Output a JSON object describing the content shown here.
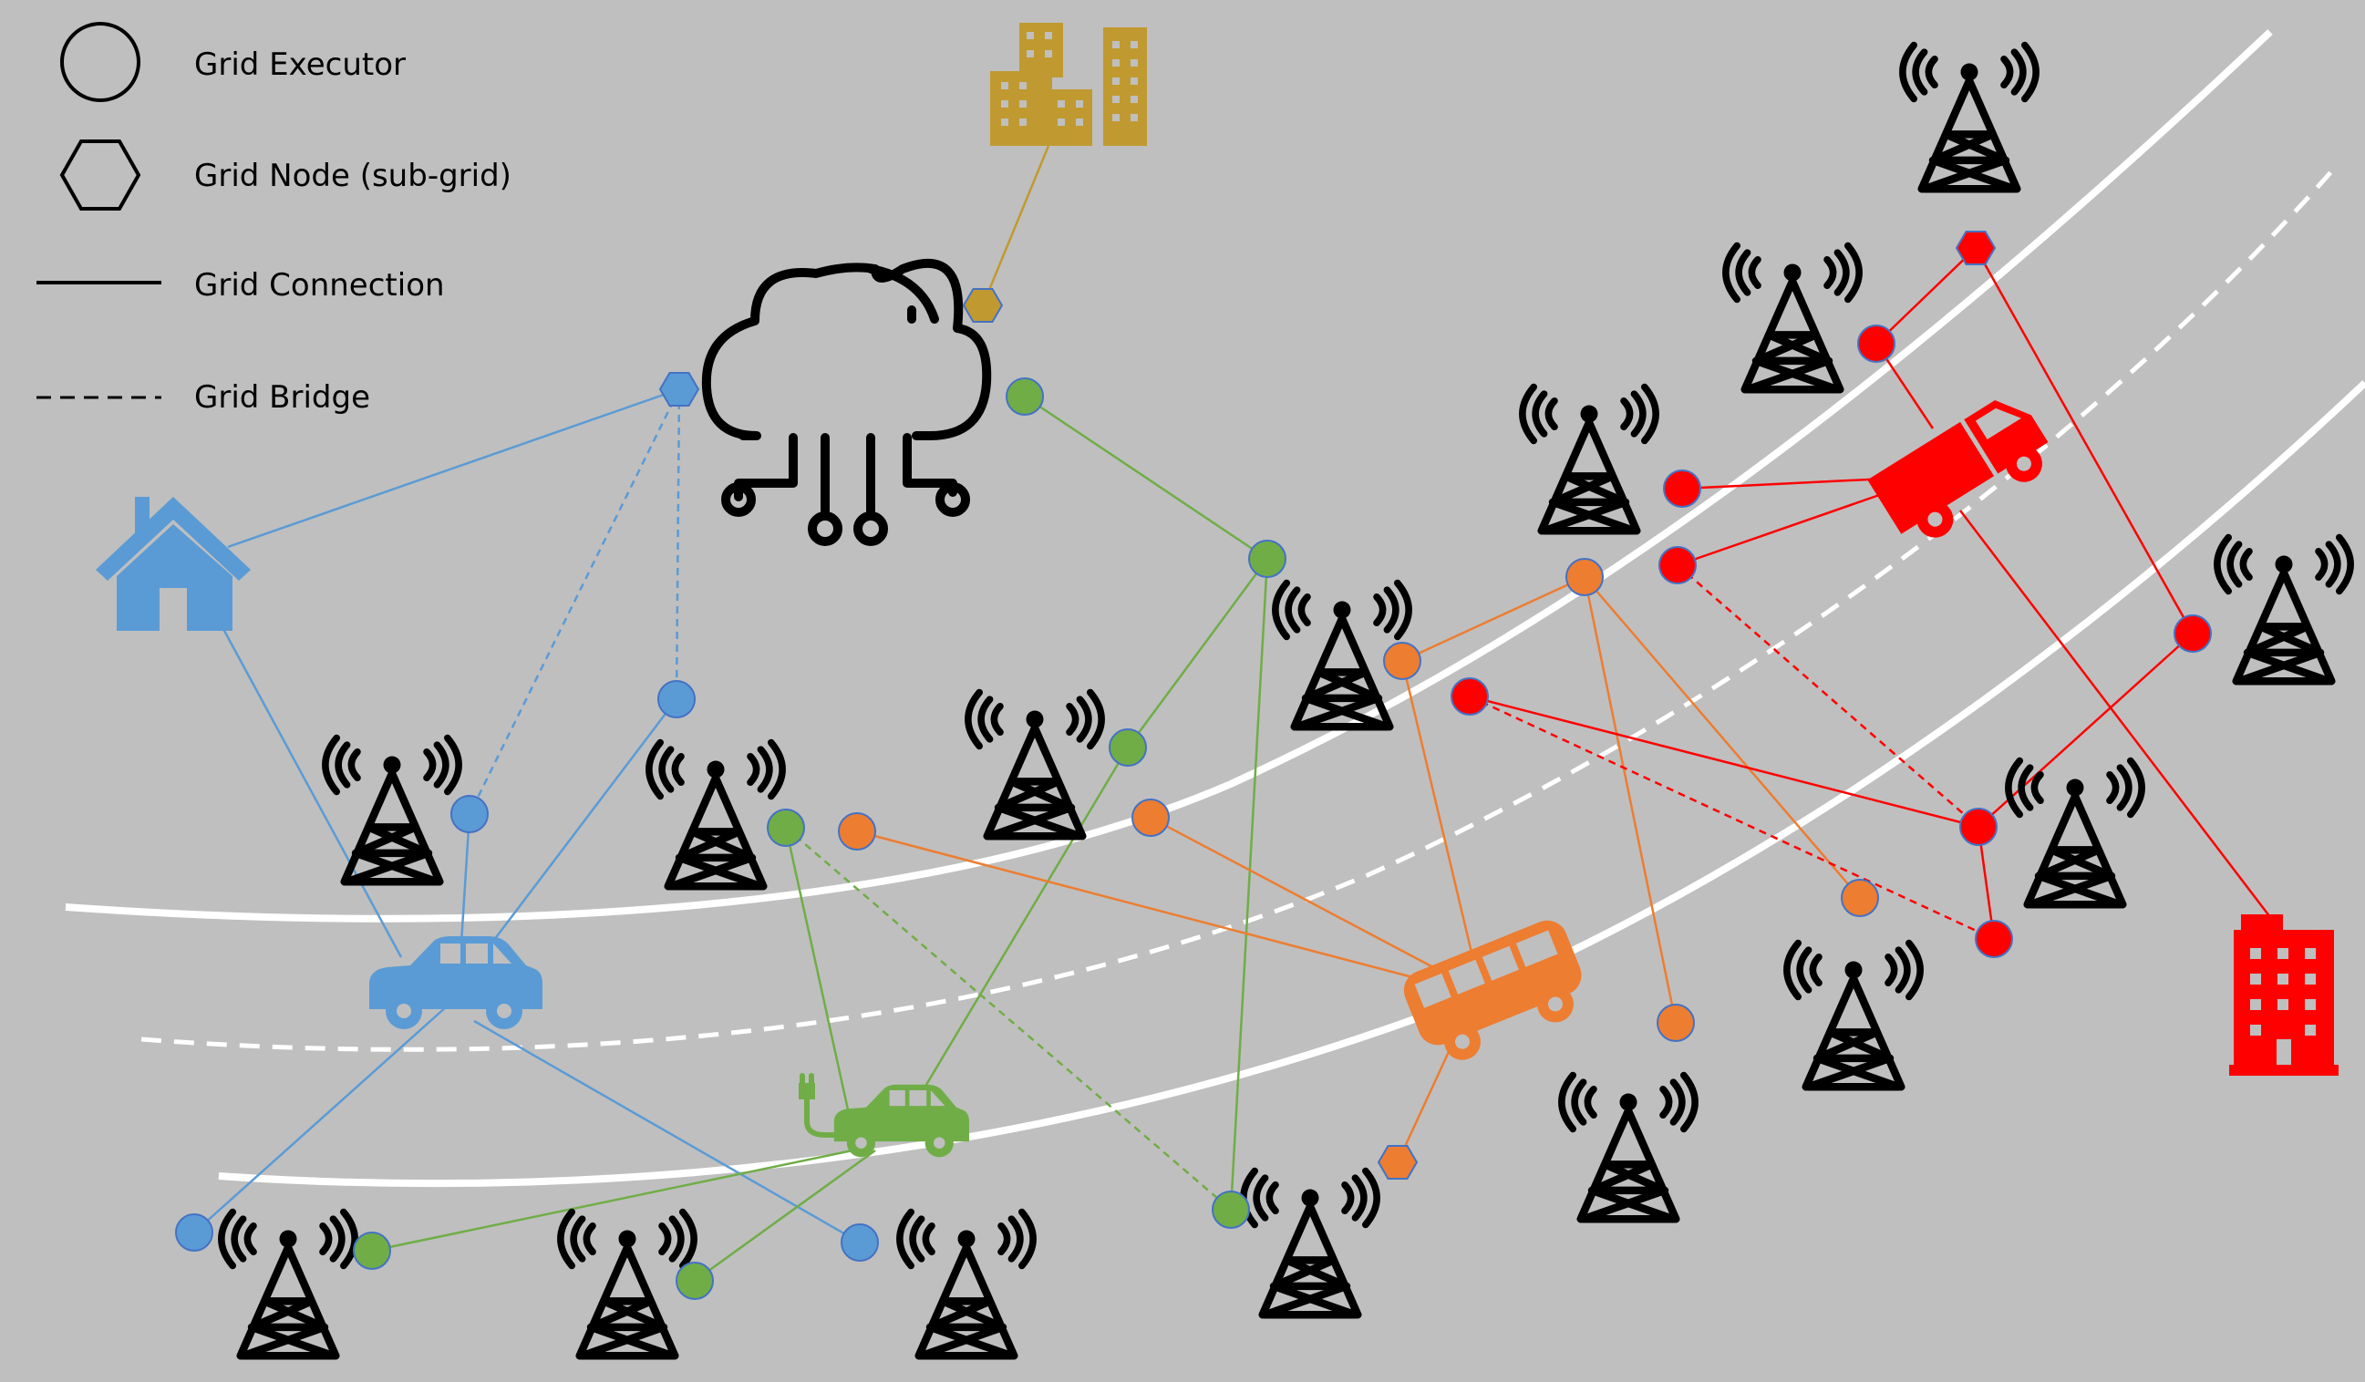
{
  "legend": {
    "executor_label": "Grid Executor",
    "node_label": "Grid Node (sub-grid)",
    "connection_label": "Grid Connection",
    "bridge_label": "Grid Bridge"
  },
  "colors": {
    "background": "#bfbfbf",
    "blue_grid": "#5b9bd5",
    "green_grid": "#70ad47",
    "orange_grid": "#ed7d31",
    "red_grid": "#ff0000",
    "gold": "#c09a30",
    "road": "#ffffff",
    "tower": "#000000"
  },
  "icons": [
    "cloud-computing-icon",
    "office-buildings-icon",
    "house-icon",
    "car-icon",
    "electric-car-icon",
    "bus-icon",
    "truck-icon",
    "apartment-building-icon",
    "cell-tower-icon"
  ]
}
